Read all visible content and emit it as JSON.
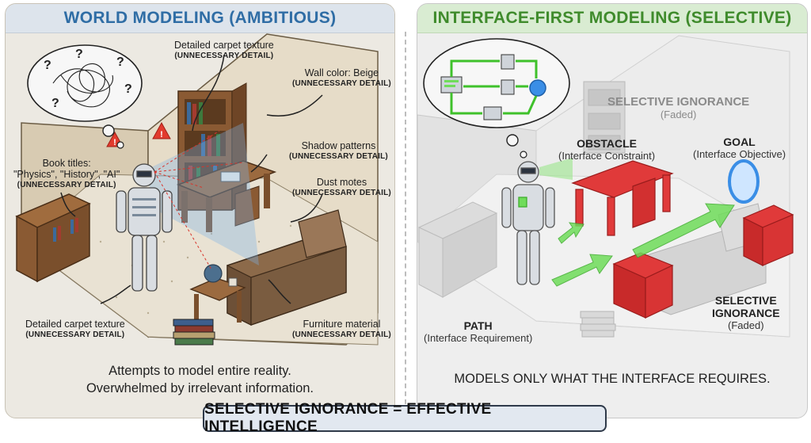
{
  "left_panel": {
    "title": "WORLD MODELING (AMBITIOUS)",
    "caption_line1": "Attempts to model entire reality.",
    "caption_line2": "Overwhelmed by irrelevant information.",
    "labels": {
      "carpet_top": {
        "text": "Detailed carpet texture",
        "sub": "(UNNECESSARY DETAIL)"
      },
      "wall_color": {
        "text": "Wall color: Beige",
        "sub": "(UNNECESSARY DETAIL)"
      },
      "book_titles": {
        "text": "Book titles:",
        "text2": "\"Physics\", \"History\", \"AI\"",
        "sub": "(UNNECESSARY DETAIL)"
      },
      "shadow_patterns": {
        "text": "Shadow patterns",
        "sub": "(UNNECESSARY DETAIL)"
      },
      "dust_motes": {
        "text": "Dust motes",
        "sub": "(UNNECESSARY DETAIL)"
      },
      "carpet_bottom": {
        "text": "Detailed carpet texture",
        "sub": "(UNNECESSARY DETAIL)"
      },
      "furniture_material": {
        "text": "Furniture material",
        "sub": "(UNNECESSARY DETAIL)"
      }
    }
  },
  "right_panel": {
    "title": "INTERFACE-FIRST MODELING (SELECTIVE)",
    "caption": "MODELS ONLY WHAT THE INTERFACE REQUIRES.",
    "labels": {
      "selective_top": {
        "title": "SELECTIVE IGNORANCE",
        "sub": "(Faded)"
      },
      "obstacle": {
        "title": "OBSTACLE",
        "sub": "(Interface Constraint)"
      },
      "goal": {
        "title": "GOAL",
        "sub": "(Interface Objective)"
      },
      "path": {
        "title": "PATH",
        "sub": "(Interface Requirement)"
      },
      "selective_bottom": {
        "title1": "SELECTIVE",
        "title2": "IGNORANCE",
        "sub": "(Faded)"
      }
    }
  },
  "banner": "SELECTIVE IGNORANCE = EFFECTIVE INTELLIGENCE",
  "colors": {
    "left_title": "#2f6da5",
    "right_title": "#3f8b2c",
    "obstacle_red": "#e03a3a",
    "path_green": "#6fdc5a",
    "goal_blue": "#3a8ee6"
  }
}
